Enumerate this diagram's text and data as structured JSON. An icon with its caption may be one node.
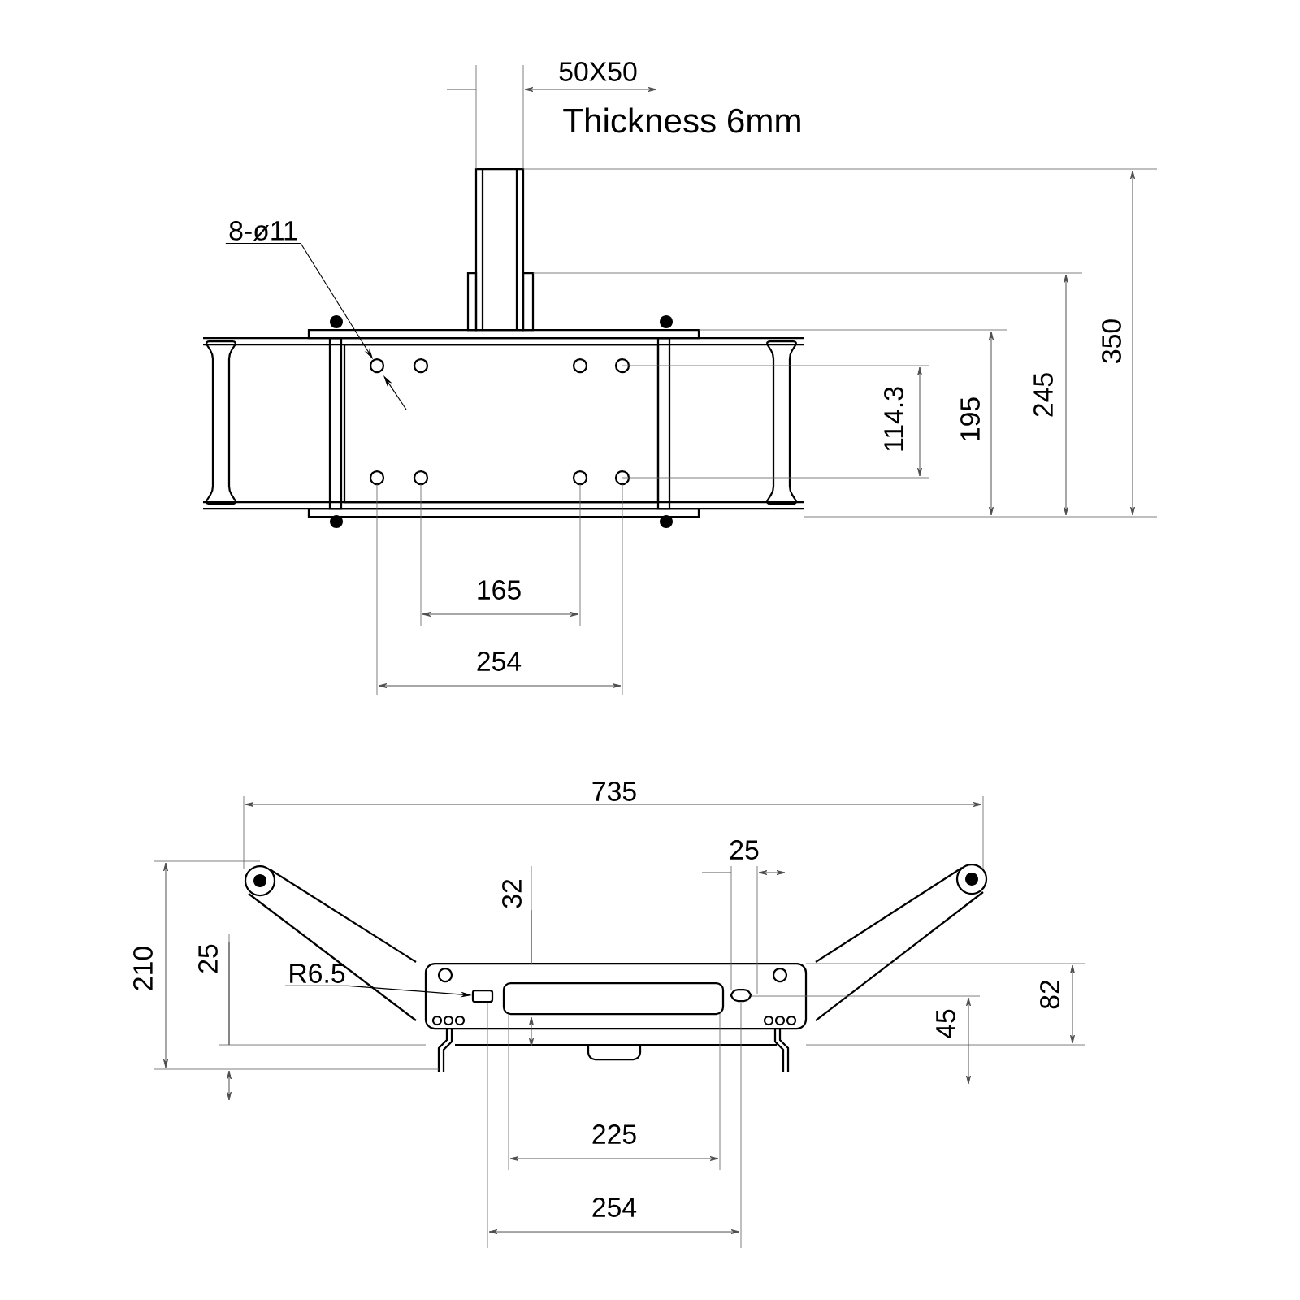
{
  "diagram": {
    "nodes": [
      {
        "text": [
          "8-ø11"
        ]
      },
      {
        "text": [],
        "shape": "circle"
      },
      {
        "text": [
          "R6.5"
        ]
      },
      {
        "text": [],
        "shape": "slot"
      }
    ],
    "edges": [
      {
        "from": 0,
        "to": 1,
        "arrow": "to"
      },
      {
        "from": 2,
        "to": 3,
        "arrow": "to"
      }
    ],
    "labels": [
      "50X50",
      "Thickness 6mm",
      "350",
      "245",
      "195",
      "114.3",
      "165",
      "254",
      "735",
      "25",
      "32",
      "210",
      "25",
      "82",
      "45",
      "225",
      "254"
    ]
  }
}
